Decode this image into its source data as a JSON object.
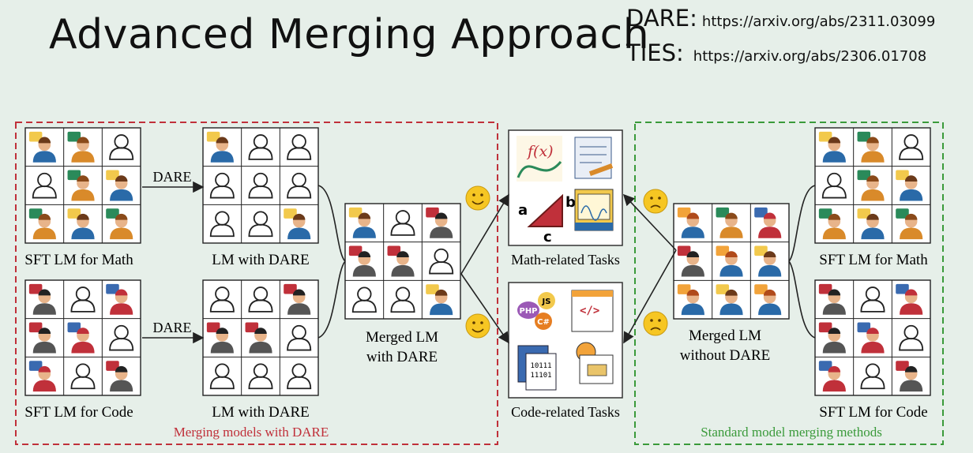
{
  "title": "Advanced Merging Approach",
  "references": [
    {
      "key": "DARE:",
      "url": "https://arxiv.org/abs/2311.03099"
    },
    {
      "key": "TIES:",
      "url": "https://arxiv.org/abs/2306.01708"
    }
  ],
  "left_panel": {
    "caption": "Merging models with DARE",
    "color": "#c0303a"
  },
  "right_panel": {
    "caption": "Standard model merging methods",
    "color": "#3a9a3a"
  },
  "labels": {
    "sft_math": "SFT LM for Math",
    "sft_code": "SFT LM for Code",
    "lm_dare": "LM with DARE",
    "dare_arrow": "DARE",
    "merged_dare_1": "Merged LM",
    "merged_dare_2": "with DARE",
    "merged_nodare_1": "Merged LM",
    "merged_nodare_2": "without DARE",
    "math_tasks": "Math-related Tasks",
    "code_tasks": "Code-related Tasks"
  },
  "icons": {
    "math_fx": "f(x)",
    "triangle_a": "a",
    "triangle_b": "b",
    "triangle_c": "c",
    "code_php": "PHP",
    "code_js": "JS",
    "code_cs": "C#",
    "code_tag": "</>",
    "code_bin1": "10111",
    "code_bin2": "11101"
  },
  "grids": {
    "sft_math": [
      "math",
      "math2",
      "empty",
      "empty",
      "math2",
      "math",
      "math2",
      "math",
      "math2"
    ],
    "lm_dare_math": [
      "math",
      "empty",
      "empty",
      "empty",
      "empty",
      "empty",
      "empty",
      "empty",
      "math"
    ],
    "sft_code": [
      "code",
      "empty",
      "code2",
      "code",
      "code2",
      "empty",
      "code2",
      "empty",
      "code"
    ],
    "lm_dare_code": [
      "empty",
      "empty",
      "code",
      "code",
      "code",
      "empty",
      "empty",
      "empty",
      "empty"
    ],
    "merged_dare": [
      "math",
      "empty",
      "code",
      "code",
      "code",
      "empty",
      "empty",
      "empty",
      "math"
    ],
    "merged_nodare": [
      "mixed",
      "math2",
      "code2",
      "code",
      "mixed",
      "math",
      "mixed",
      "math",
      "mixed"
    ],
    "sft_math_r": [
      "math",
      "math2",
      "empty",
      "empty",
      "math2",
      "math",
      "math2",
      "math",
      "math2"
    ],
    "sft_code_r": [
      "code",
      "empty",
      "code2",
      "code",
      "code2",
      "empty",
      "code2",
      "empty",
      "code"
    ]
  }
}
